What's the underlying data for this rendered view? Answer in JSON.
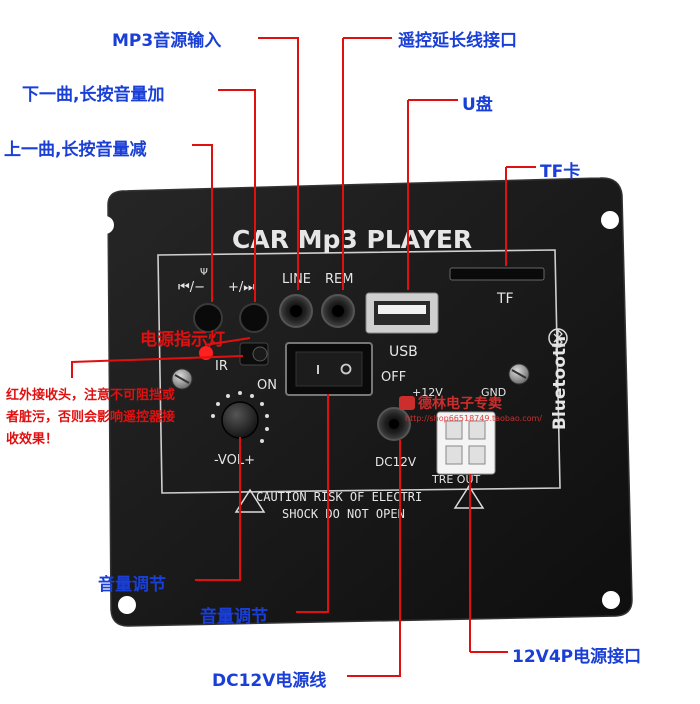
{
  "callouts": {
    "mp3_input": "MP3音源输入",
    "next_track": "下一曲,长按音量加",
    "prev_track": "上一曲,长按音量减",
    "remote_ext": "遥控延长线接口",
    "usb_disk": "U盘",
    "tf_card": "TF卡",
    "power_led": "电源指示灯",
    "ir_note": "红外接收头，注意不可阻挡或者脏污，否则会影响遥控器接收效果！",
    "volume_left": "音量调节",
    "volume_bottom": "音量调节",
    "dc_line": "DC12V电源线",
    "power_4p": "12V4P电源接口"
  },
  "panel": {
    "title": "CAR Mp3 PLAYER",
    "prev_btn": "⏮/−",
    "next_btn": "+/⏭",
    "line": "LINE",
    "rem": "REM",
    "tf": "TF",
    "usb": "USB",
    "ir": "IR",
    "on": "ON",
    "off": "OFF",
    "vol": "-VOL+",
    "plus12v": "+12V",
    "gnd": "GND",
    "dc12v": "DC12V",
    "treout": "TRE OUT",
    "caution1": "CAUTION RISK OF ELECTRI",
    "caution2": "SHOCK DO NOT OPEN",
    "bluetooth": "Bluetooth"
  },
  "watermark": {
    "shop_name": "德林电子专卖",
    "shop_url": "http://shop66518749.taobao.com/"
  },
  "colors": {
    "callout_line": "#e01010",
    "blue_text": "#1a3fd6",
    "panel": "#151515"
  }
}
